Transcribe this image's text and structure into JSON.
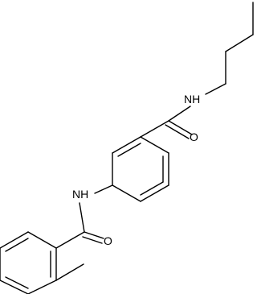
{
  "molecule": {
    "labels": {
      "amide_nh_top": "NH",
      "carbonyl_o_right": "O",
      "amide_nh_left": "NH",
      "carbonyl_o_bottom": "O"
    },
    "colors": {
      "bond": "#000000",
      "text": "#000000",
      "background": "#ffffff"
    }
  }
}
